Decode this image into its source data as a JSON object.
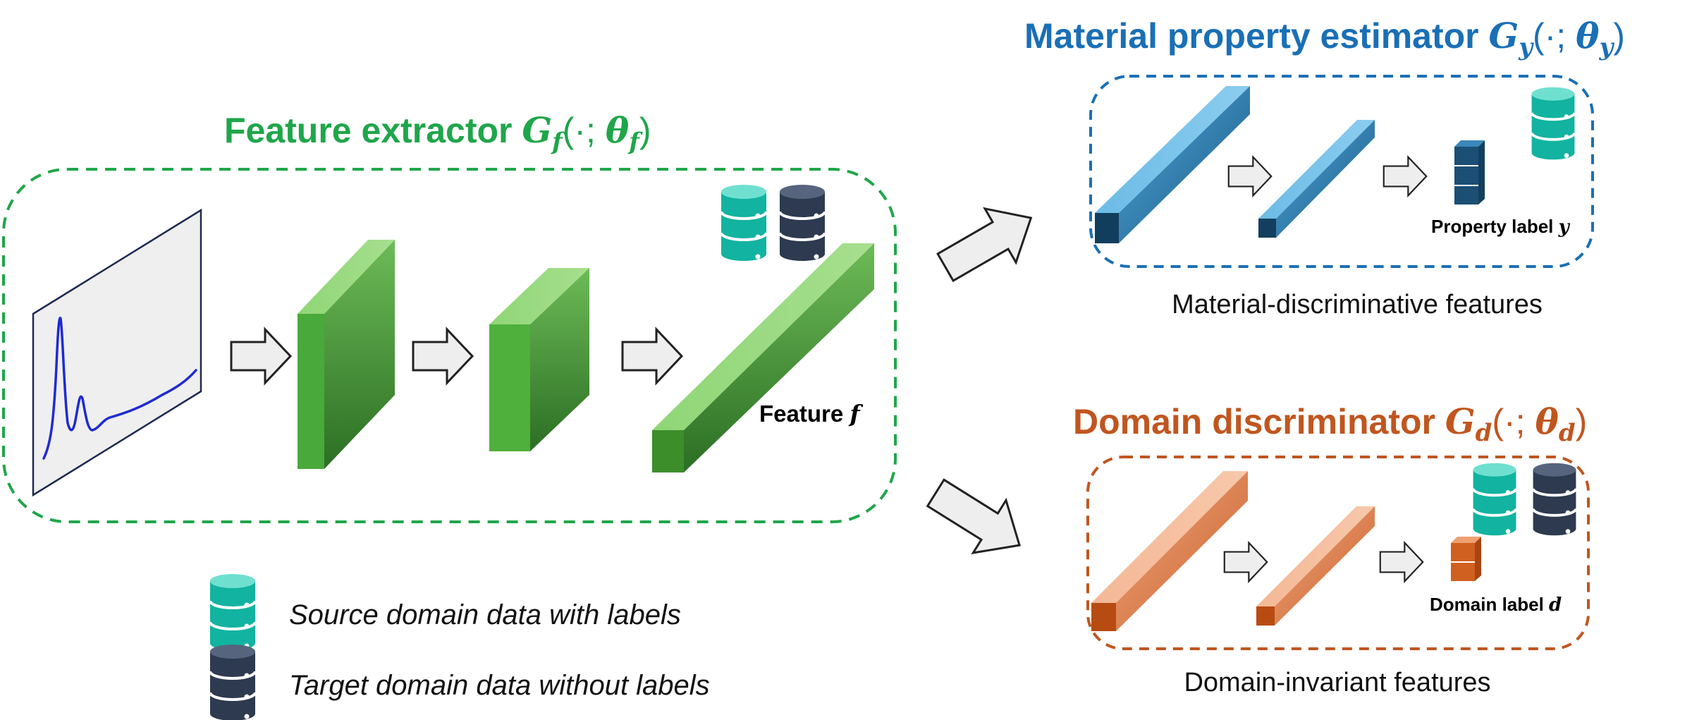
{
  "colors": {
    "green": "#1fa64a",
    "blue": "#1a6fb5",
    "orange": "#c0561f",
    "teal_db": "#14b8a6",
    "navy_db": "#2d3a4f",
    "arrow_fill": "#ededed"
  },
  "feature_extractor": {
    "title_text": "Feature extractor ",
    "title_symbol": "G",
    "title_sub": "f",
    "title_args_open": "(·; ",
    "title_theta": "θ",
    "title_theta_sub": "f",
    "title_args_close": ")",
    "feature_label_text": "Feature ",
    "feature_label_symbol": "f"
  },
  "property_estimator": {
    "title_text": "Material property estimator ",
    "title_symbol": "G",
    "title_sub": "y",
    "title_args_open": "(·; ",
    "title_theta": "θ",
    "title_theta_sub": "y",
    "title_args_close": ")",
    "output_label_text": "Property label ",
    "output_label_symbol": "y",
    "caption": "Material-discriminative features"
  },
  "domain_discriminator": {
    "title_text": "Domain discriminator ",
    "title_symbol": "G",
    "title_sub": "d",
    "title_args_open": "(·; ",
    "title_theta": "θ",
    "title_theta_sub": "d",
    "title_args_close": ")",
    "output_label_text": "Domain label ",
    "output_label_symbol": "d",
    "caption": "Domain-invariant features"
  },
  "legend": {
    "source_label": "Source domain data with labels",
    "target_label": "Target domain data without labels"
  },
  "icons": {
    "source_db": "database-icon",
    "target_db": "database-icon",
    "arrow": "block-arrow-icon",
    "spectrum": "spectrum-plot-icon"
  }
}
